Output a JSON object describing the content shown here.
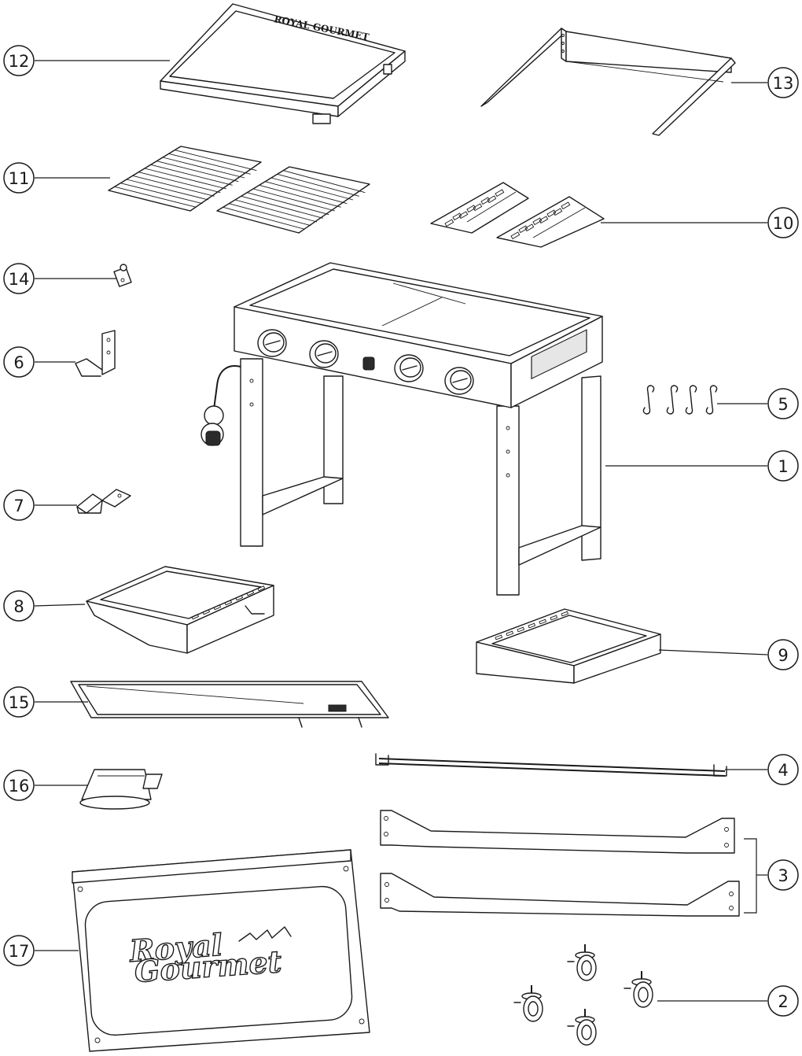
{
  "callouts": [
    {
      "n": "1"
    },
    {
      "n": "2"
    },
    {
      "n": "3"
    },
    {
      "n": "4"
    },
    {
      "n": "5"
    },
    {
      "n": "6"
    },
    {
      "n": "7"
    },
    {
      "n": "8"
    },
    {
      "n": "9"
    },
    {
      "n": "10"
    },
    {
      "n": "11"
    },
    {
      "n": "12"
    },
    {
      "n": "13"
    },
    {
      "n": "14"
    },
    {
      "n": "15"
    },
    {
      "n": "16"
    },
    {
      "n": "17"
    }
  ],
  "parts": {
    "griddle_brand": "ROYAL GOURMET",
    "logo_line1": "Royal",
    "logo_line2": "Gourmet"
  }
}
